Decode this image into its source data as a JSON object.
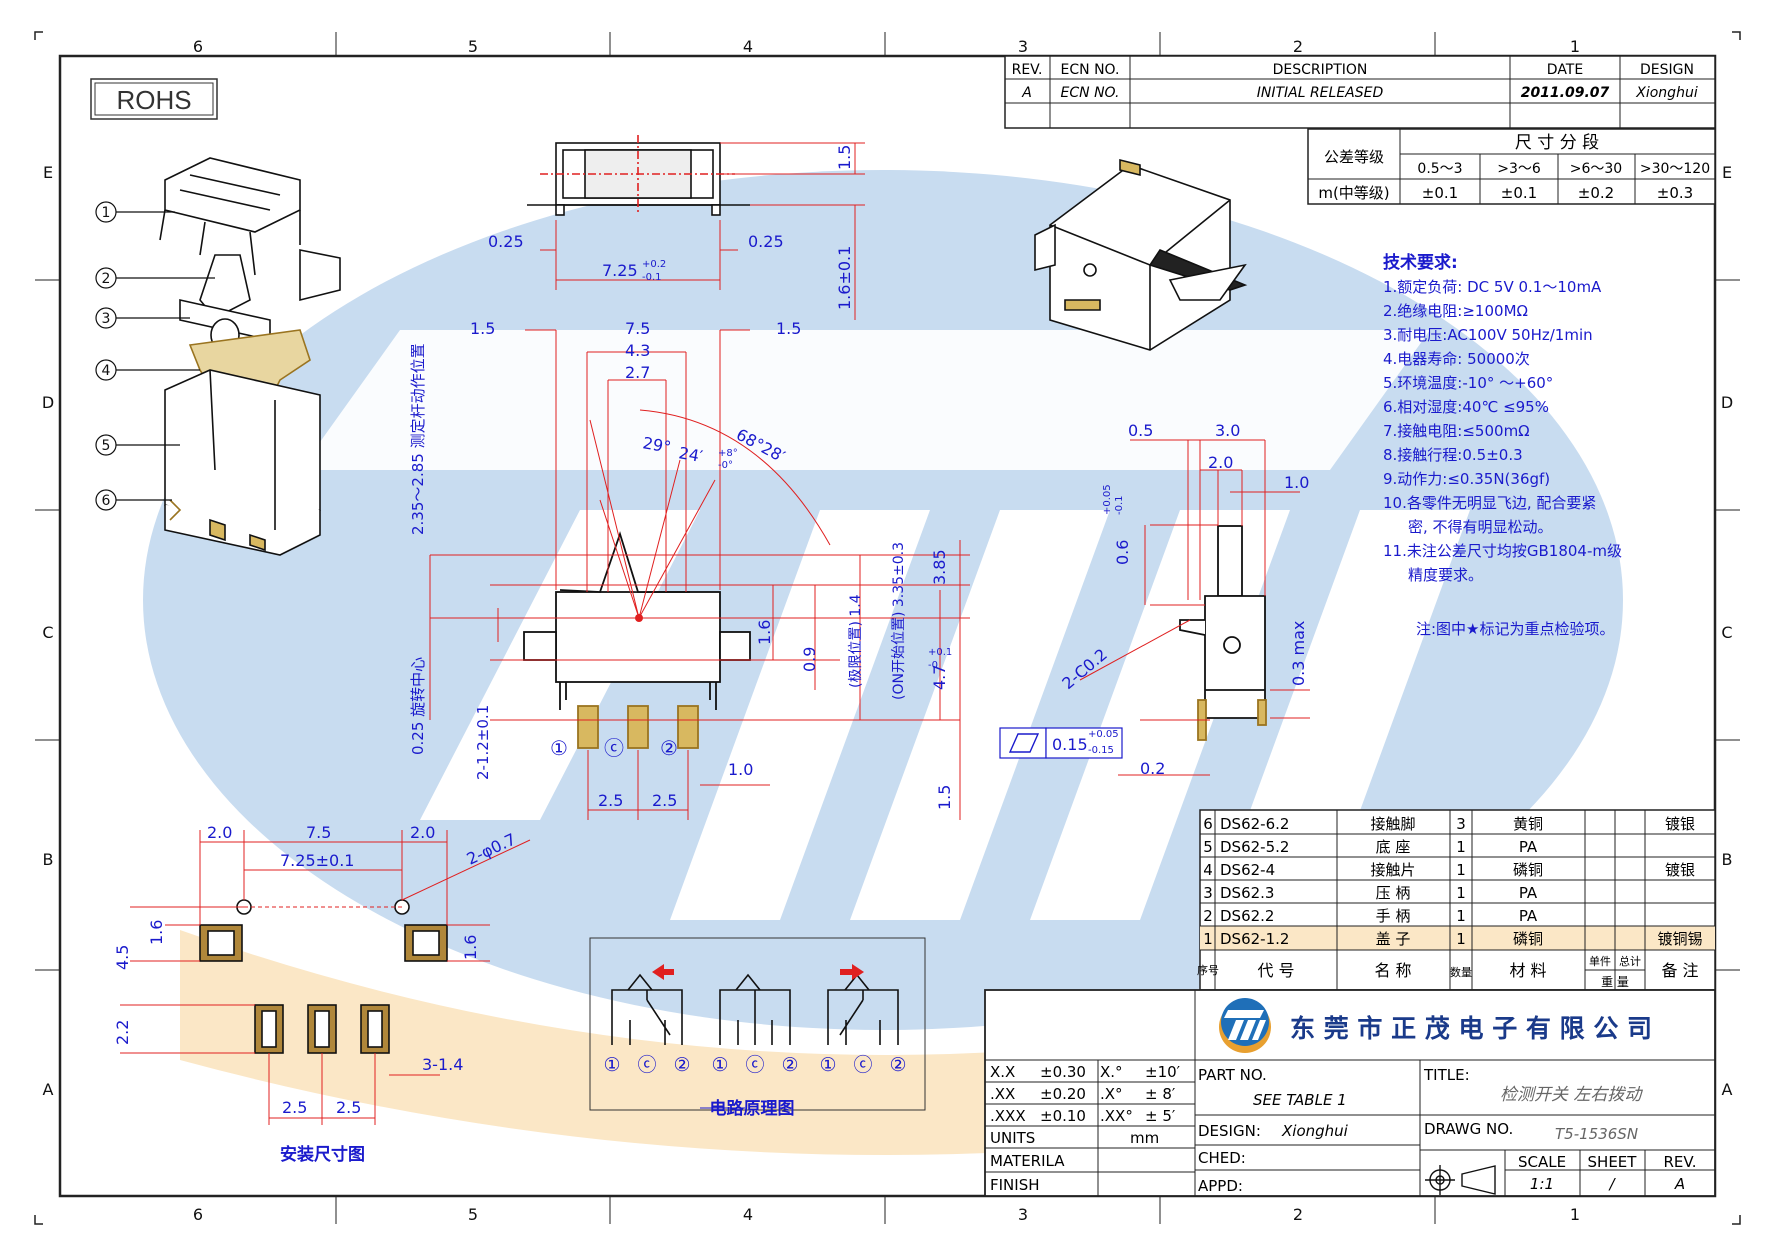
{
  "border": {
    "cols_top": [
      "6",
      "5",
      "4",
      "3",
      "2",
      "1"
    ],
    "cols_bottom": [
      "6",
      "5",
      "4",
      "3",
      "2",
      "1"
    ],
    "rows": [
      "E",
      "D",
      "C",
      "B",
      "A"
    ]
  },
  "rohs": "ROHS",
  "revision": {
    "headers": [
      "REV.",
      "ECN NO.",
      "DESCRIPTION",
      "DATE",
      "DESIGN"
    ],
    "row": [
      "A",
      "ECN NO.",
      "INITIAL RELEASED",
      "2011.09.07",
      "Xionghui"
    ]
  },
  "tolerance_grade": {
    "label": "公差等级",
    "header": "尺 寸 分 段",
    "ranges": [
      "0.5～3",
      ">3～6",
      ">6～30",
      ">30～120"
    ],
    "grade": "m(中等级)",
    "values": [
      "±0.1",
      "±0.1",
      "±0.2",
      "±0.3"
    ]
  },
  "tech": {
    "title": "技术要求:",
    "items": [
      "1.额定负荷: DC 5V 0.1～10mA",
      "2.绝缘电阻:≥100MΩ",
      "3.耐电压:AC100V 50Hz/1min",
      "4.电器寿命: 50000次",
      "5.环境温度:-10° ～+60°",
      "6.相对湿度:40℃ ≤95%",
      "7.接触电阻:≤500mΩ",
      "8.接触行程:0.5±0.3",
      "9.动作力:≤0.35N(36gf)",
      "10.各零件无明显飞边, 配合要紧",
      "密, 不得有明显松动。",
      "11.未注公差尺寸均按GB1804-m级",
      "精度要求。"
    ],
    "note": "注:图中★标记为重点检验项。"
  },
  "callouts": [
    "1",
    "2",
    "3",
    "4",
    "5",
    "6"
  ],
  "dims_top": {
    "d1": "0.25",
    "d2": "7.25",
    "d2_tol_plus": "+0.2",
    "d2_tol_minus": "-0.1",
    "d3": "0.25",
    "d4": "1.5",
    "d5": "1.6±0.1"
  },
  "dims_main": {
    "w1": "1.5",
    "w2": "7.5",
    "w3": "1.5",
    "w4": "4.3",
    "w5": "2.7",
    "a1": "29°",
    "a2": "24′",
    "a2_tol_plus": "+8°",
    "a2_tol_minus": "-0°",
    "a3": "68°28′",
    "v1": "2.35～2.85 测定杆动作位置",
    "v2": "0.25 旋转中心",
    "v3": "2-1.2±0.1",
    "h1": "1.6",
    "h2": "0.9",
    "h3": "(极限位置) 1.4",
    "h4": "(ON开始位置) 3.35±0.3",
    "h5": "3.85",
    "h6": "4.7",
    "h6_tol_plus": "+0.1",
    "h6_tol_minus": "-0",
    "b1": "2.5",
    "b2": "2.5",
    "b3": "1.0",
    "b4": "1.5",
    "pins": [
      "①",
      "ⓒ",
      "②"
    ]
  },
  "dims_side": {
    "s1": "0.5",
    "s2": "3.0",
    "s3": "2.0",
    "s4": "1.0",
    "s5": "0.6",
    "s5_tol_plus": "+0.05",
    "s5_tol_minus": "-0.1",
    "s6": "2-C0.2",
    "s7": "0.3 max",
    "s8": "0.15",
    "s8_tol_plus": "+0.05",
    "s8_tol_minus": "-0.15",
    "s9": "0.2"
  },
  "mount": {
    "d1": "2.0",
    "d2": "7.5",
    "d3": "2.0",
    "d4": "7.25±0.1",
    "d5": "2-φ0.7",
    "d6": "1.6",
    "d7": "4.5",
    "d8": "1.6",
    "d9": "2.2",
    "d10": "3-1.4",
    "d11": "2.5",
    "d12": "2.5",
    "caption": "安装尺寸图"
  },
  "circuit": {
    "caption": "电路原理图",
    "pins": [
      "①",
      "ⓒ",
      "②"
    ]
  },
  "bom": {
    "rows": [
      {
        "no": "6",
        "code": "DS62-6.2",
        "name": "接触脚",
        "qty": "3",
        "mat": "黄铜",
        "note": "镀银"
      },
      {
        "no": "5",
        "code": "DS62-5.2",
        "name": "底 座",
        "qty": "1",
        "mat": "PA",
        "note": ""
      },
      {
        "no": "4",
        "code": "DS62-4",
        "name": "接触片",
        "qty": "1",
        "mat": "磷铜",
        "note": "镀银"
      },
      {
        "no": "3",
        "code": "DS62.3",
        "name": "压 柄",
        "qty": "1",
        "mat": "PA",
        "note": ""
      },
      {
        "no": "2",
        "code": "DS62.2",
        "name": "手 柄",
        "qty": "1",
        "mat": "PA",
        "note": ""
      },
      {
        "no": "1",
        "code": "DS62-1.2",
        "name": "盖 子",
        "qty": "1",
        "mat": "磷铜",
        "note": "镀铜锡"
      }
    ],
    "head": {
      "no": "序号",
      "code": "代 号",
      "name": "名 称",
      "qty": "数量",
      "mat": "材 料",
      "w1": "单件",
      "w2": "总计",
      "weight": "重 量",
      "note": "备 注"
    }
  },
  "titleblock": {
    "company": "东 莞 市 正 茂 电 子 有 限 公 司",
    "tol": [
      [
        "X.X",
        "±0.30",
        "X.°",
        "±10′"
      ],
      [
        ".XX",
        "±0.20",
        ".X°",
        "± 8′"
      ],
      [
        ".XXX",
        "±0.10",
        ".XX°",
        "± 5′"
      ]
    ],
    "units_label": "UNITS",
    "units": "mm",
    "material_label": "MATERILA",
    "finish_label": "FINISH",
    "partno_label": "PART NO.",
    "partno": "SEE TABLE 1",
    "design_label": "DESIGN:",
    "designer": "Xionghui",
    "ched_label": "CHED:",
    "appd_label": "APPD:",
    "title_label": "TITLE:",
    "title": "检测开关 左右拨动",
    "drawg_label": "DRAWG NO.",
    "drawg": "T5-1536SN",
    "scale_label": "SCALE",
    "scale": "1:1",
    "sheet_label": "SHEET",
    "sheet": "/",
    "rev_label": "REV.",
    "rev": "A"
  },
  "colors": {
    "dim": "#1a1acc",
    "red": "#e02020",
    "bg_blue": "#c8dcf0",
    "bg_peach": "#fbe7c6",
    "gold": "#b08a2a"
  }
}
